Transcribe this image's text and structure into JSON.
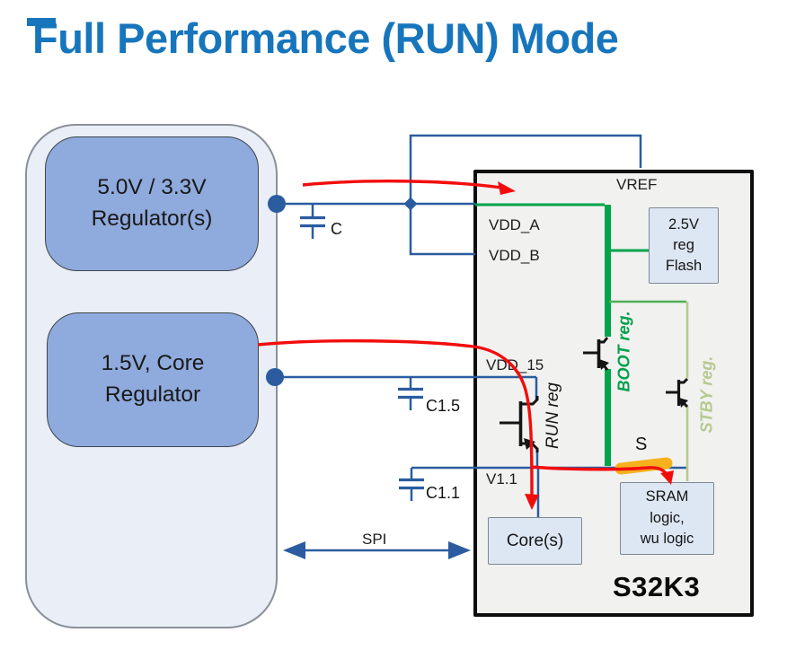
{
  "title": "Full Performance (RUN) Mode",
  "supply_panel": {
    "regulator_high": {
      "line1": "5.0V / 3.3V",
      "line2": "Regulator(s)"
    },
    "regulator_core": {
      "line1": "1.5V, Core",
      "line2": "Regulator"
    }
  },
  "capacitors": {
    "bulk": "C",
    "core_15": "C1.5",
    "core_11": "C1.1"
  },
  "bus": {
    "spi_label": "SPI"
  },
  "chip": {
    "name": "S32K3",
    "pins": {
      "vref": "VREF",
      "vdd_a": "VDD_A",
      "vdd_b": "VDD_B",
      "vdd_15": "VDD_15",
      "v1_1": "V1.1",
      "switch": "S"
    },
    "internal_regulators": {
      "run": "RUN reg",
      "boot": "BOOT reg.",
      "stby": "STBY reg."
    },
    "blocks": {
      "flash_reg": {
        "line1": "2.5V",
        "line2": "reg",
        "line3": "Flash"
      },
      "cores": "Core(s)",
      "sram": {
        "line1": "SRAM",
        "line2": "logic,",
        "line3": "wu logic"
      }
    }
  },
  "colors": {
    "title_blue": "#1775BC",
    "wire_blue": "#2B5CA0",
    "panel_fill": "#E9EEF7",
    "regulator_fill": "#8FAADC",
    "green_rail": "#00A44A",
    "stby_green": "#B6CA90",
    "flow_red": "#F20D0D",
    "switch_highlight": "#F6B11D"
  }
}
